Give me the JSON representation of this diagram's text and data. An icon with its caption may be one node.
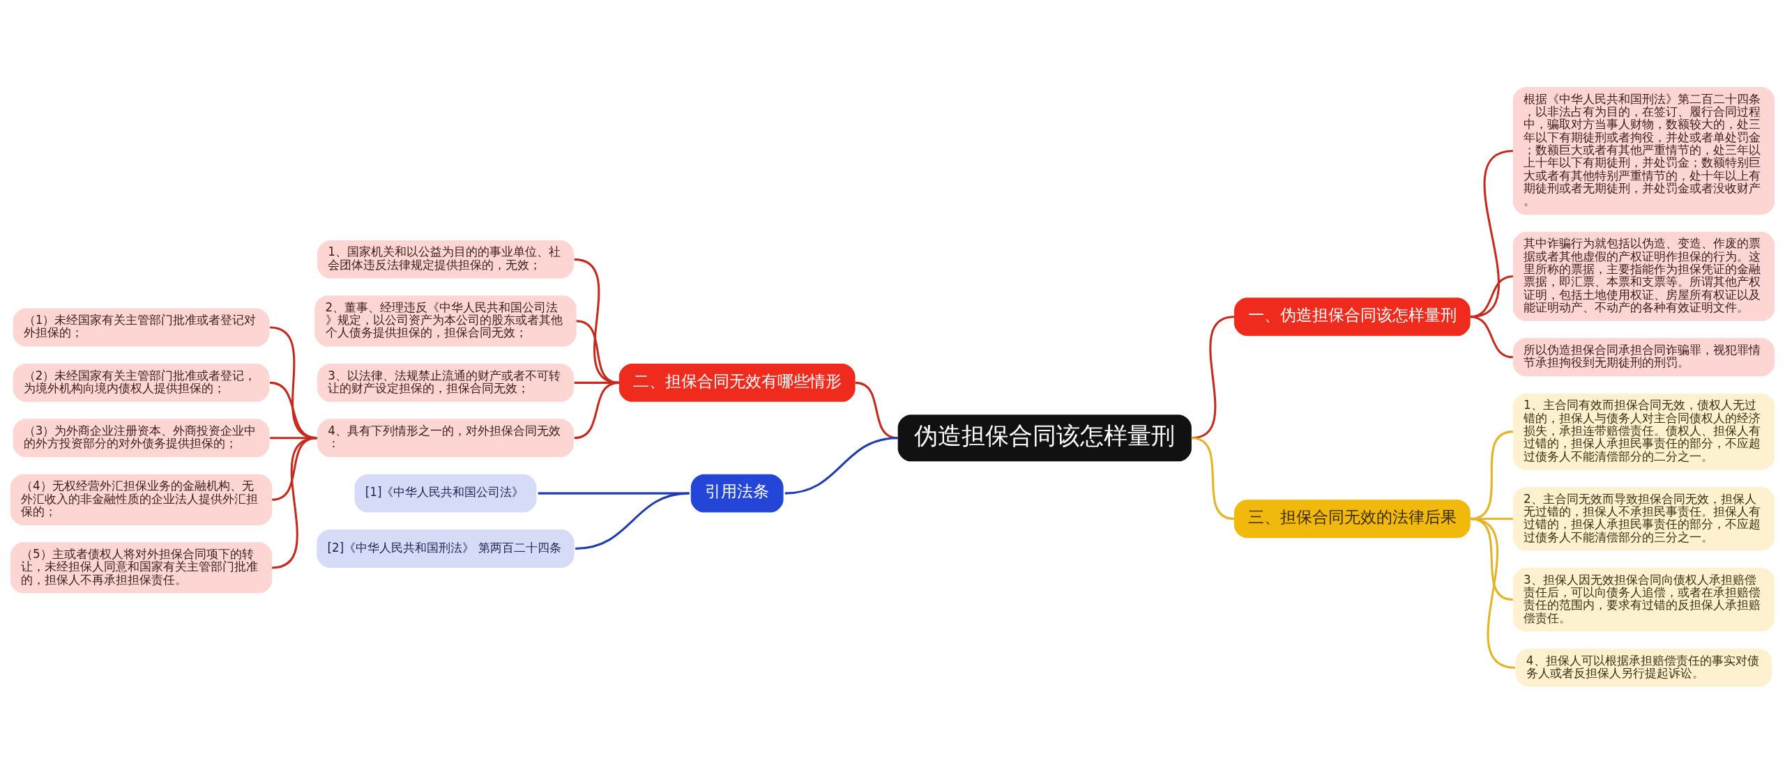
{
  "diagram": {
    "nodes": [
      {
        "text": [
          "伪造担保合同该怎样量刑"
        ]
      },
      {
        "text": [
          "一、伪造担保合同该怎样量刑"
        ]
      },
      {
        "text": [
          "根据《中华人民共和国刑法》第二百二十四条，以非法占有为目的，在签订、履行合同过程中，骗取对方当事人财物，数额较大的，处三年以下有期徒刑或者拘役，并处或者单处罚金；数额巨大或者有其他严重情节的，处三年以上十年以下有期徒刑，并处罚金；数额特别巨大或者有其他特别严重情节的，处十年以上有期徒刑或者无期徒刑，并处罚金或者没收财产。"
        ]
      },
      {
        "text": [
          "其中诈骗行为就包括以伪造、变造、作废的票据或者其他虚假的产权证明作担保的行为。这里所称的票据，主要指能作为担保凭证的金融票据，即汇票、本票和支票等。所谓其他产权证明，包括土地使用权证、房屋所有权证以及能证明动产、不动产的各种有效证明文件。"
        ]
      },
      {
        "text": [
          "所以伪造担保合同承担合同诈骗罪，视犯罪情节承担拘役到无期徒刑的刑罚。"
        ]
      },
      {
        "text": [
          "三、担保合同无效的法律后果"
        ]
      },
      {
        "text": [
          "1、主合同有效而担保合同无效，债权人无过错的，担保人与债务人对主合同债权人的经济损失，承担连带赔偿责任。债权人、担保人有过错的，担保人承担民事责任的部分，不应超过债务人不能清偿部分的二分之一。"
        ]
      },
      {
        "text": [
          "2、主合同无效而导致担保合同无效，担保人无过错的，担保人不承担民事责任。担保人有过错的，担保人承担民事责任的部分，不应超过债务人不能清偿部分的三分之一。"
        ]
      },
      {
        "text": [
          "3、担保人因无效担保合同向债权人承担赔偿责任后，可以向债务人追偿，或者在承担赔偿责任的范围内，要求有过错的反担保人承担赔偿责任。"
        ]
      },
      {
        "text": [
          "4、担保人可以根据承担赔偿责任的事实对债务人或者反担保人另行提起诉讼。"
        ]
      },
      {
        "text": [
          "二、担保合同无效有哪些情形"
        ]
      },
      {
        "text": [
          "1、国家机关和以公益为目的的事业单位、社会团体违反法律规定提供担保的，无效；"
        ]
      },
      {
        "text": [
          "2、董事、经理违反《中华人民共和国公司法》规定，以公司资产为本公司的股东或者其他个人债务提供担保的，担保合同无效；"
        ]
      },
      {
        "text": [
          "3、以法律、法规禁止流通的财产或者不可转让的财产设定担保的，担保合同无效；"
        ]
      },
      {
        "text": [
          "4、具有下列情形之一的，对外担保合同无效："
        ]
      },
      {
        "text": [
          "（1）未经国家有关主管部门批准或者登记对外担保的；"
        ]
      },
      {
        "text": [
          "（2）未经国家有关主管部门批准或者登记，为境外机构向境内债权人提供担保的；"
        ]
      },
      {
        "text": [
          "（3）为外商企业注册资本、外商投资企业中的外方投资部分的对外债务提供担保的；"
        ]
      },
      {
        "text": [
          "（4）无权经营外汇担保业务的金融机构、无外汇收入的非金融性质的企业法人提供外汇担保的；"
        ]
      },
      {
        "text": [
          "（5）主或者债权人将对外担保合同项下的转让，未经担保人同意和国家有关主管部门批准的，担保人不再承担担保责任。"
        ]
      },
      {
        "text": [
          "引用法条"
        ]
      },
      {
        "text": [
          "[1]《中华人民共和国公司法》"
        ]
      },
      {
        "text": [
          "[2]《中华人民共和国刑法》 第两百二十四条"
        ]
      }
    ],
    "edges": [
      {
        "from": 0,
        "to": 1,
        "arrow": "none"
      },
      {
        "from": 1,
        "to": 2,
        "arrow": "none"
      },
      {
        "from": 1,
        "to": 3,
        "arrow": "none"
      },
      {
        "from": 1,
        "to": 4,
        "arrow": "none"
      },
      {
        "from": 0,
        "to": 5,
        "arrow": "none",
        "color": "#e6b422"
      },
      {
        "from": 5,
        "to": 6,
        "arrow": "none",
        "color": "#e6b422"
      },
      {
        "from": 5,
        "to": 7,
        "arrow": "none",
        "color": "#e6b422"
      },
      {
        "from": 5,
        "to": 8,
        "arrow": "none",
        "color": "#e6b422"
      },
      {
        "from": 5,
        "to": 9,
        "arrow": "none",
        "color": "#e6b422"
      },
      {
        "from": 0,
        "to": 10,
        "arrow": "none"
      },
      {
        "from": 10,
        "to": 11,
        "arrow": "none"
      },
      {
        "from": 10,
        "to": 12,
        "arrow": "none"
      },
      {
        "from": 10,
        "to": 13,
        "arrow": "none"
      },
      {
        "from": 10,
        "to": 14,
        "arrow": "none"
      },
      {
        "from": 14,
        "to": 15,
        "arrow": "none"
      },
      {
        "from": 14,
        "to": 16,
        "arrow": "none"
      },
      {
        "from": 14,
        "to": 17,
        "arrow": "none"
      },
      {
        "from": 14,
        "to": 18,
        "arrow": "none"
      },
      {
        "from": 14,
        "to": 19,
        "arrow": "none"
      },
      {
        "from": 0,
        "to": 20,
        "arrow": "none",
        "color": "#1f3bb0"
      },
      {
        "from": 20,
        "to": 21,
        "arrow": "none",
        "color": "#1f3bb0"
      },
      {
        "from": 20,
        "to": 22,
        "arrow": "none",
        "color": "#1f3bb0"
      }
    ]
  }
}
